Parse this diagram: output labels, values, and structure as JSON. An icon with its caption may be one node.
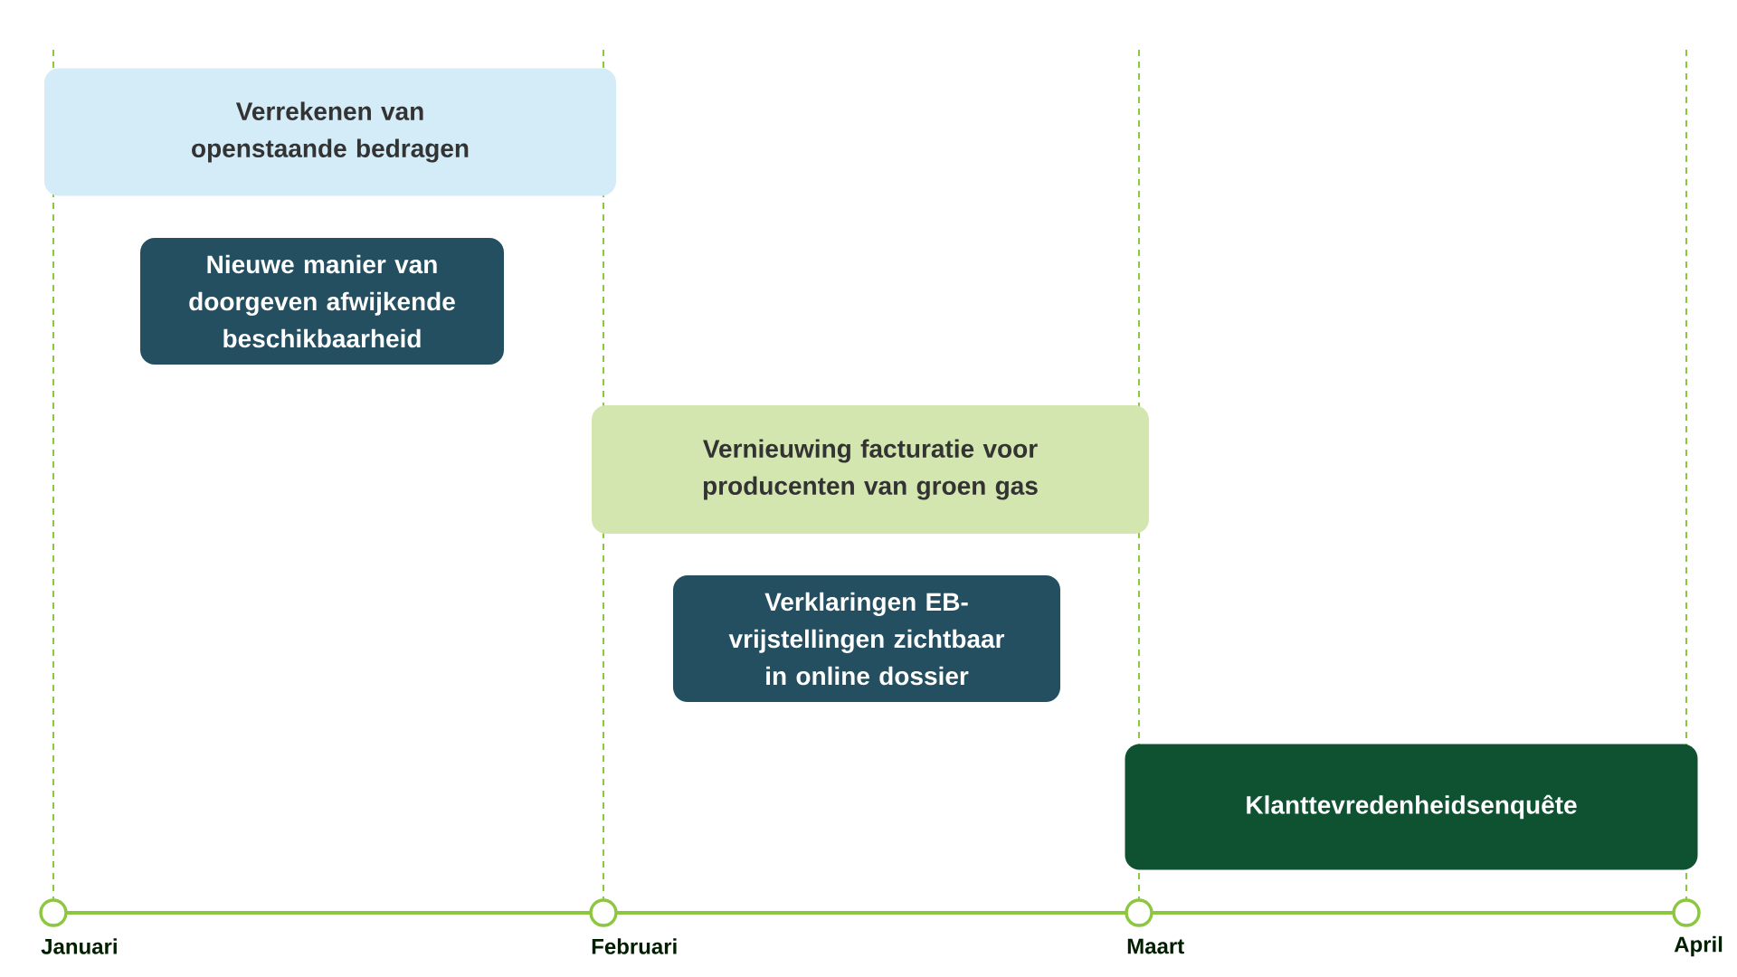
{
  "diagram": {
    "nodes": [
      {
        "text": [
          "Verrekenen van openstaande bedragen"
        ]
      },
      {
        "text": [
          "Nieuwe manier van doorgeven afwijkende beschikbaarheid"
        ]
      },
      {
        "text": [
          "Vernieuwing facturatie voor producenten van groen gas"
        ]
      },
      {
        "text": [
          "Verklaringen EB-vrijstellingen zichtbaar in online dossier"
        ]
      },
      {
        "text": [
          "Klanttevredenheidsenquête"
        ]
      }
    ],
    "labels": [
      "Januari",
      "Februari",
      "Maart",
      "April"
    ]
  }
}
